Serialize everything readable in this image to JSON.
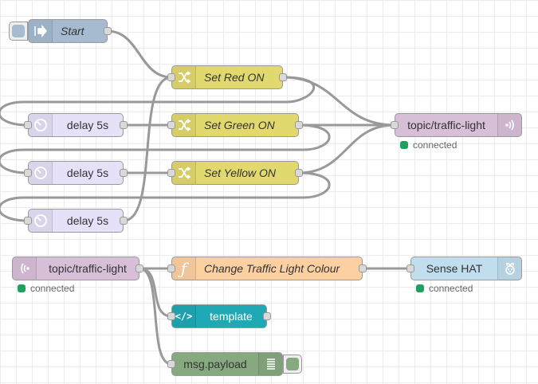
{
  "editor": {
    "name": "Node-RED flow editor"
  },
  "colors": {
    "inject": "#a6bbcf",
    "change": "#e2d96e",
    "delay": "#e6e0f8",
    "mqtt": "#d8bfd8",
    "function": "#fdd0a2",
    "template": "#1ea9b5",
    "debug": "#87a980",
    "sense_hat": "#c0deed",
    "status_connected": "#20a060"
  },
  "nodes": {
    "start": {
      "label": "Start",
      "icon": "arrow-in-icon"
    },
    "set_red": {
      "label": "Set Red ON",
      "icon": "shuffle-icon"
    },
    "set_green": {
      "label": "Set Green ON",
      "icon": "shuffle-icon"
    },
    "set_yellow": {
      "label": "Set Yellow ON",
      "icon": "shuffle-icon"
    },
    "delay1": {
      "label": "delay 5s",
      "icon": "timer-icon"
    },
    "delay2": {
      "label": "delay 5s",
      "icon": "timer-icon"
    },
    "delay3": {
      "label": "delay 5s",
      "icon": "timer-icon"
    },
    "mqtt_out": {
      "label": "topic/traffic-light",
      "icon": "bridge-icon",
      "status": "connected"
    },
    "mqtt_in": {
      "label": "topic/traffic-light",
      "icon": "bridge-icon",
      "status": "connected"
    },
    "change_colour": {
      "label": "Change Traffic Light Colour",
      "icon": "function-icon",
      "glyph": "ƒ"
    },
    "sense_hat": {
      "label": "Sense HAT",
      "icon": "raspberry-pi-icon",
      "status": "connected"
    },
    "template": {
      "label": "template",
      "icon": "code-icon",
      "glyph": "</>"
    },
    "debug": {
      "label": "msg.payload",
      "icon": "list-icon"
    }
  }
}
